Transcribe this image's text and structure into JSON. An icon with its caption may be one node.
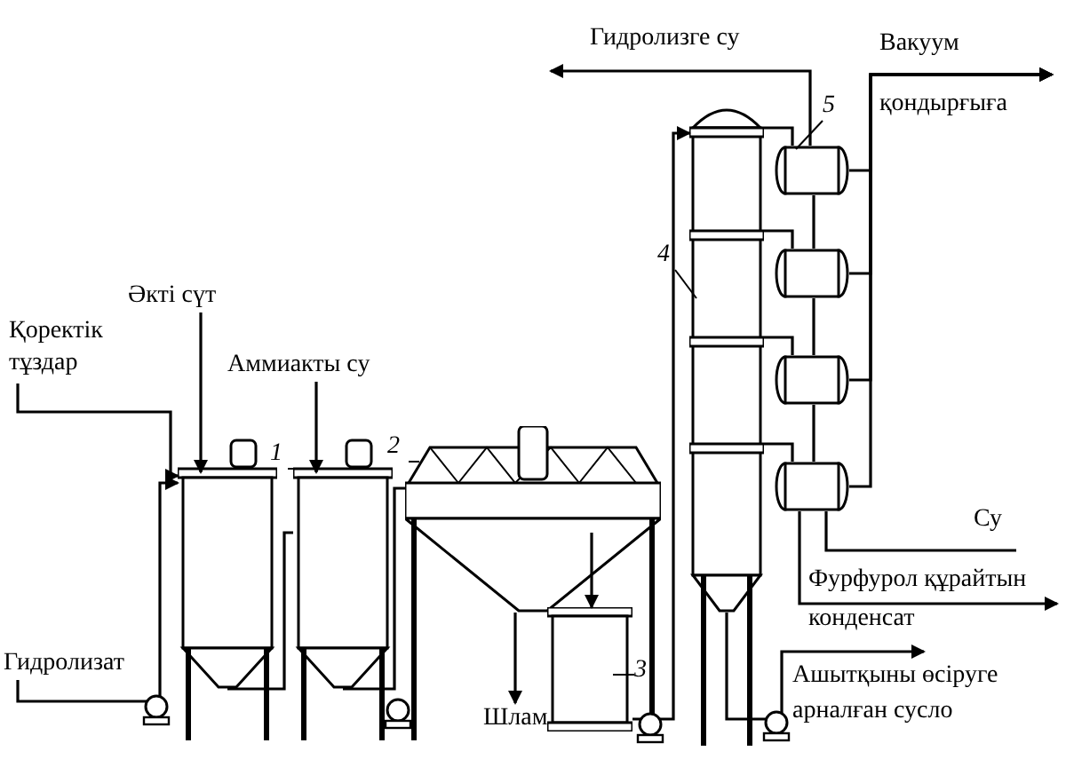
{
  "diagram": {
    "nodes": [
      {
        "text": [
          "Қоректік тұздар"
        ]
      },
      {
        "text": [
          "Әкті сүт"
        ]
      },
      {
        "text": [
          "Аммиакты су"
        ]
      },
      {
        "text": [
          "Гидролизат"
        ]
      },
      {
        "text": [
          "Гидролизге су"
        ]
      },
      {
        "text": [
          "Вакуум қондырғыға"
        ]
      },
      {
        "text": [
          "Су"
        ]
      },
      {
        "text": [
          "Фурфурол құрайтын конденсат"
        ]
      },
      {
        "text": [
          "Ашытқыны өсіруге арналған сусло"
        ]
      },
      {
        "text": [
          "Шлам"
        ]
      },
      {
        "text": [
          "1"
        ]
      },
      {
        "text": [
          "2"
        ]
      },
      {
        "text": [
          "3"
        ]
      },
      {
        "text": [
          "4"
        ]
      },
      {
        "text": [
          "5"
        ]
      },
      {
        "text": [],
        "shape": "tank"
      },
      {
        "text": [],
        "shape": "tank"
      },
      {
        "text": [],
        "shape": "settler"
      },
      {
        "text": [],
        "shape": "box"
      },
      {
        "text": [],
        "shape": "column"
      },
      {
        "text": [],
        "shape": "cylinder"
      },
      {
        "text": [],
        "shape": "cylinder"
      },
      {
        "text": [],
        "shape": "cylinder"
      },
      {
        "text": [],
        "shape": "cylinder"
      }
    ],
    "edges": [
      {
        "from": 0,
        "to": 15,
        "arrow": "to"
      },
      {
        "from": 1,
        "to": 15,
        "arrow": "to"
      },
      {
        "from": 2,
        "to": 16,
        "arrow": "to"
      },
      {
        "from": 3,
        "to": 15,
        "arrow": "to"
      },
      {
        "from": 15,
        "to": 16,
        "arrow": "none"
      },
      {
        "from": 16,
        "to": 17,
        "arrow": "none"
      },
      {
        "from": 17,
        "to": 9,
        "arrow": "to"
      },
      {
        "from": 17,
        "to": 18,
        "arrow": "to"
      },
      {
        "from": 18,
        "to": 19,
        "arrow": "to"
      },
      {
        "from": 19,
        "to": 8,
        "arrow": "to"
      },
      {
        "from": 20,
        "to": 4,
        "arrow": "to"
      },
      {
        "from": 20,
        "to": 5,
        "arrow": "to"
      },
      {
        "from": 21,
        "to": 5,
        "arrow": "to"
      },
      {
        "from": 22,
        "to": 5,
        "arrow": "to"
      },
      {
        "from": 23,
        "to": 5,
        "arrow": "to"
      },
      {
        "from": 23,
        "to": 6,
        "arrow": "none"
      },
      {
        "from": 23,
        "to": 7,
        "arrow": "to"
      },
      {
        "from": 19,
        "to": 20,
        "arrow": "none"
      },
      {
        "from": 19,
        "to": 21,
        "arrow": "none"
      },
      {
        "from": 19,
        "to": 22,
        "arrow": "none"
      },
      {
        "from": 19,
        "to": 23,
        "arrow": "none"
      },
      {
        "from": 20,
        "to": 21,
        "arrow": "none"
      },
      {
        "from": 21,
        "to": 22,
        "arrow": "none"
      },
      {
        "from": 22,
        "to": 23,
        "arrow": "none"
      },
      {
        "from": 10,
        "to": 15,
        "arrow": "none"
      },
      {
        "from": 10,
        "to": 16,
        "arrow": "none"
      },
      {
        "from": 11,
        "to": 17,
        "arrow": "none"
      },
      {
        "from": 12,
        "to": 18,
        "arrow": "none"
      },
      {
        "from": 13,
        "to": 19,
        "arrow": "none"
      },
      {
        "from": 14,
        "to": 20,
        "arrow": "none"
      }
    ]
  }
}
